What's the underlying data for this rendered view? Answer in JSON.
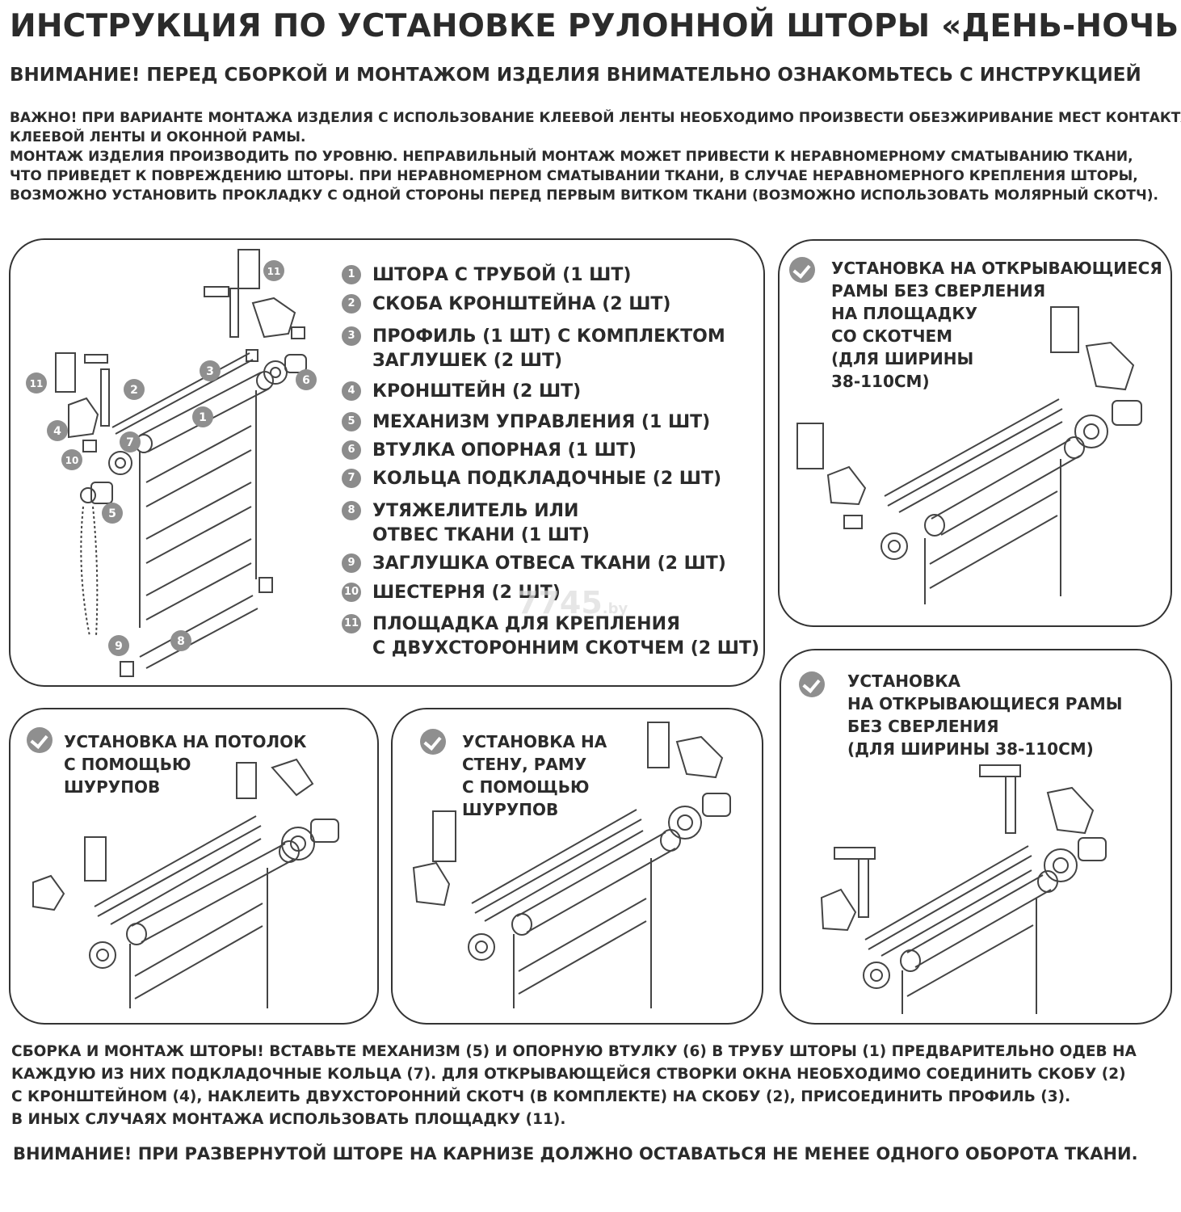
{
  "title": "ИНСТРУКЦИЯ ПО УСТАНОВКЕ РУЛОННОЙ ШТОРЫ «ДЕНЬ-НОЧЬ»",
  "warning": "ВНИМАНИЕ! ПЕРЕД СБОРКОЙ И МОНТАЖОМ ИЗДЕЛИЯ ВНИМАТЕЛЬНО ОЗНАКОМЬТЕСЬ С ИНСТРУКЦИЕЙ",
  "intro": [
    "ВАЖНО! ПРИ ВАРИАНТЕ МОНТАЖА ИЗДЕЛИЯ С ИСПОЛЬЗОВАНИЕ КЛЕЕВОЙ ЛЕНТЫ НЕОБХОДИМО ПРОИЗВЕСТИ ОБЕЗЖИРИВАНИЕ МЕСТ КОНТАКТА",
    "КЛЕЕВОЙ ЛЕНТЫ И ОКОННОЙ РАМЫ.",
    "МОНТАЖ ИЗДЕЛИЯ ПРОИЗВОДИТЬ ПО УРОВНЮ. НЕПРАВИЛЬНЫЙ МОНТАЖ МОЖЕТ ПРИВЕСТИ К НЕРАВНОМЕРНОМУ СМАТЫВАНИЮ ТКАНИ,",
    "ЧТО ПРИВЕДЕТ К ПОВРЕЖДЕНИЮ ШТОРЫ. ПРИ НЕРАВНОМЕРНОМ СМАТЫВАНИИ ТКАНИ, В СЛУЧАЕ НЕРАВНОМЕРНОГО КРЕПЛЕНИЯ ШТОРЫ,",
    "ВОЗМОЖНО УСТАНОВИТЬ ПРОКЛАДКУ С ОДНОЙ СТОРОНЫ ПЕРЕД ПЕРВЫМ ВИТКОМ ТКАНИ (ВОЗМОЖНО ИСПОЛЬЗОВАТЬ МОЛЯРНЫЙ СКОТЧ)."
  ],
  "parts": [
    {
      "num": "1",
      "lines": [
        "ШТОРА С ТРУБОЙ (1 ШТ)"
      ]
    },
    {
      "num": "2",
      "lines": [
        "СКОБА КРОНШТЕЙНА (2 ШТ)"
      ]
    },
    {
      "num": "3",
      "lines": [
        "ПРОФИЛЬ (1 ШТ) С КОМПЛЕКТОМ",
        "ЗАГЛУШЕК (2 ШТ)"
      ]
    },
    {
      "num": "4",
      "lines": [
        "КРОНШТЕЙН (2 ШТ)"
      ]
    },
    {
      "num": "5",
      "lines": [
        "МЕХАНИЗМ УПРАВЛЕНИЯ (1 ШТ)"
      ]
    },
    {
      "num": "6",
      "lines": [
        "ВТУЛКА ОПОРНАЯ (1 ШТ)"
      ]
    },
    {
      "num": "7",
      "lines": [
        "КОЛЬЦА ПОДКЛАДОЧНЫЕ (2 ШТ)"
      ]
    },
    {
      "num": "8",
      "lines": [
        "УТЯЖЕЛИТЕЛЬ ИЛИ",
        "ОТВЕС ТКАНИ (1 ШТ)"
      ]
    },
    {
      "num": "9",
      "lines": [
        "ЗАГЛУШКА ОТВЕСА ТКАНИ (2 ШТ)"
      ]
    },
    {
      "num": "10",
      "lines": [
        "ШЕСТЕРНЯ (2 ШТ)"
      ]
    },
    {
      "num": "11",
      "lines": [
        "ПЛОЩАДКА ДЛЯ КРЕПЛЕНИЯ",
        "С ДВУХСТОРОННИМ СКОТЧЕМ (2 ШТ)"
      ]
    }
  ],
  "diagram_labels": [
    "1",
    "2",
    "3",
    "4",
    "5",
    "6",
    "7",
    "8",
    "9",
    "10",
    "11",
    "11"
  ],
  "panels": {
    "frame_tape": [
      "УСТАНОВКА НА ОТКРЫВАЮЩИЕСЯ",
      "РАМЫ БЕЗ СВЕРЛЕНИЯ",
      "НА ПЛОЩАДКУ",
      "СО СКОТЧЕМ",
      "(ДЛЯ ШИРИНЫ",
      "38-110СМ)"
    ],
    "ceiling": [
      "УСТАНОВКА НА ПОТОЛОК",
      "С ПОМОЩЬЮ",
      "ШУРУПОВ"
    ],
    "wall": [
      "УСТАНОВКА НА",
      "СТЕНУ, РАМУ",
      "С ПОМОЩЬЮ",
      "ШУРУПОВ"
    ],
    "frame_nodrill": [
      "УСТАНОВКА",
      "НА ОТКРЫВАЮЩИЕСЯ РАМЫ",
      "БЕЗ СВЕРЛЕНИЯ",
      "(ДЛЯ ШИРИНЫ 38-110СМ)"
    ]
  },
  "footer": [
    "СБОРКА И МОНТАЖ ШТОРЫ! ВСТАВЬТЕ МЕХАНИЗМ (5) И ОПОРНУЮ ВТУЛКУ (6) В ТРУБУ ШТОРЫ (1) ПРЕДВАРИТЕЛЬНО ОДЕВ НА",
    "КАЖДУЮ ИЗ НИХ ПОДКЛАДОЧНЫЕ КОЛЬЦА (7). ДЛЯ ОТКРЫВАЮЩЕЙСЯ СТВОРКИ ОКНА НЕОБХОДИМО СОЕДИНИТЬ СКОБУ (2)",
    "С КРОНШТЕЙНОМ (4), НАКЛЕИТЬ ДВУХСТОРОННИЙ СКОТЧ (В КОМПЛЕКТЕ) НА СКОБУ (2), ПРИСОЕДИНИТЬ ПРОФИЛЬ (3).",
    "В ИНЫХ СЛУЧАЯХ МОНТАЖА ИСПОЛЬЗОВАТЬ ПЛОЩАДКУ (11)."
  ],
  "final_warning": "ВНИМАНИЕ! ПРИ РАЗВЕРНУТОЙ ШТОРЕ НА КАРНИЗЕ ДОЛЖНО ОСТАВАТЬСЯ НЕ МЕНЕЕ ОДНОГО ОБОРОТА ТКАНИ.",
  "watermark": {
    "main": "7745",
    "suffix": ".by"
  }
}
